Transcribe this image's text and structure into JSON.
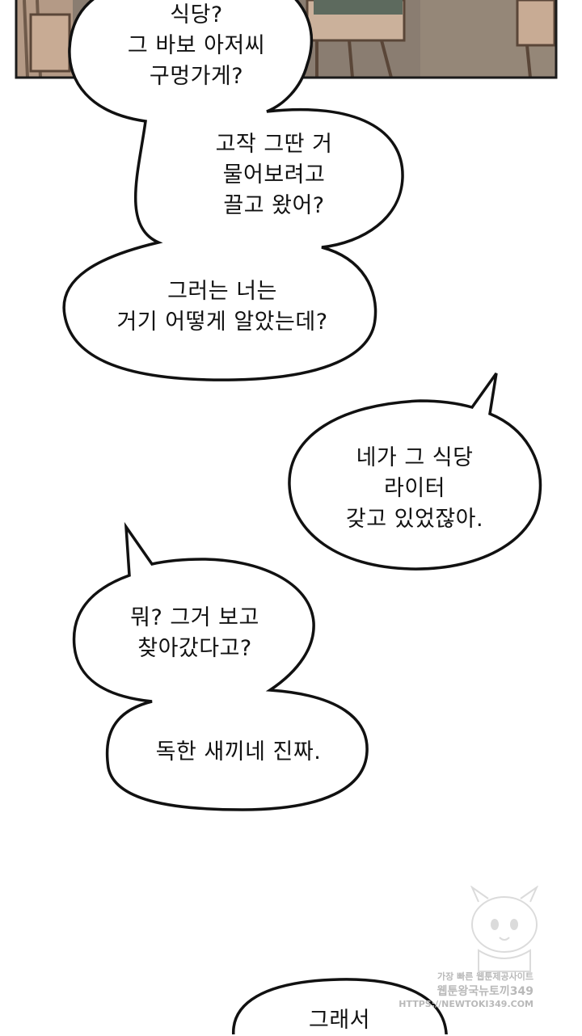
{
  "panel": {
    "description_colors": {
      "floor": "#8a7d71",
      "chair": "#c2a48d",
      "outline": "#1a1a1a"
    }
  },
  "bubbles": [
    {
      "lines": [
        "식당?",
        "그 바보 아저씨",
        "구멍가게?"
      ]
    },
    {
      "lines": [
        "고작 그딴 거",
        "물어보려고",
        "끌고 왔어?"
      ]
    },
    {
      "lines": [
        "그러는 너는",
        "거기 어떻게 알았는데?"
      ]
    },
    {
      "lines": [
        "네가 그 식당",
        "라이터",
        "갖고 있었잖아."
      ]
    },
    {
      "lines": [
        "뭐? 그거 보고",
        "찾아갔다고?"
      ]
    },
    {
      "lines": [
        "독한 새끼네 진짜."
      ]
    },
    {
      "lines": [
        "그래서"
      ]
    }
  ],
  "watermark": {
    "line1": "가장 빠른 웹툰제공사이트",
    "line2": "웹툰왕국뉴토끼349",
    "line3": "HTTPS://NEWTOKI349.COM"
  }
}
